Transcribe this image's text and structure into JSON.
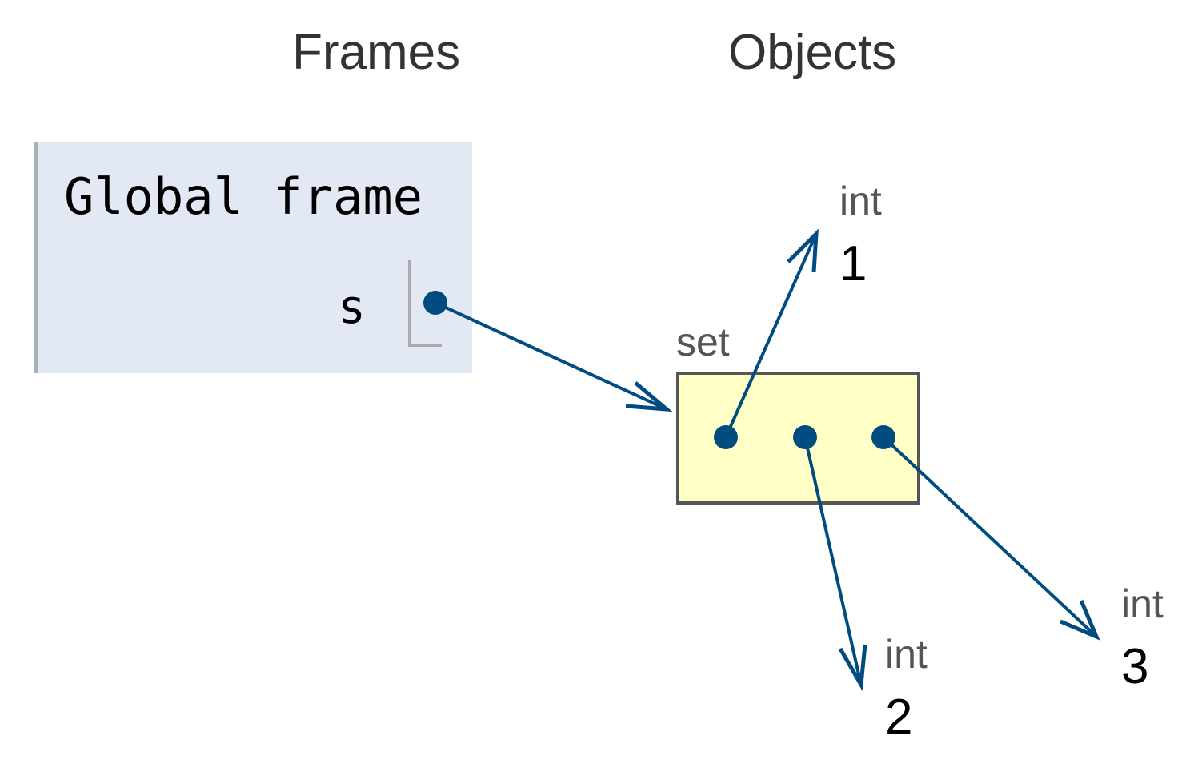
{
  "headers": {
    "frames": "Frames",
    "objects": "Objects"
  },
  "global_frame": {
    "title": "Global frame",
    "variables": [
      {
        "name": "s"
      }
    ]
  },
  "objects": {
    "set": {
      "type": "set"
    },
    "int_1": {
      "type": "int",
      "value": "1"
    },
    "int_2": {
      "type": "int",
      "value": "2"
    },
    "int_3": {
      "type": "int",
      "value": "3"
    }
  },
  "colors": {
    "pointer": "#004c80",
    "frame_bg": "#e2e9f4",
    "set_bg": "#ffffc6"
  }
}
